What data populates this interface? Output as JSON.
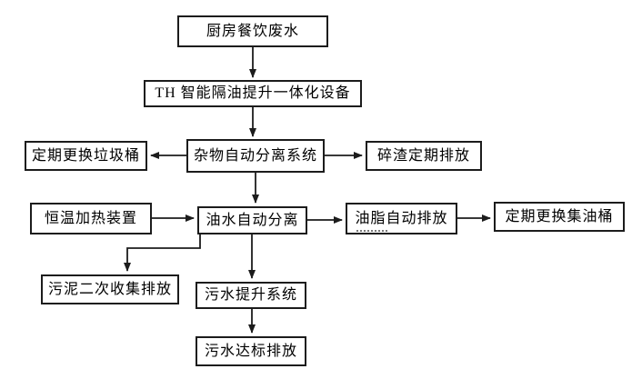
{
  "diagram": {
    "background_color": "#ffffff",
    "line_color": "#1c1c1c",
    "box_border_color": "#1c1c1c",
    "nodes": {
      "kitchen_wastewater": {
        "label": "厨房餐饮废水"
      },
      "th_integrated_device": {
        "label": "TH 智能隔油提升一体化设备"
      },
      "replace_trash_bin": {
        "label": "定期更换垃圾桶"
      },
      "debris_auto_separation": {
        "label": "杂物自动分离系统"
      },
      "debris_periodic_discharge": {
        "label": "碎渣定期排放"
      },
      "constant_temp_heating": {
        "label": "恒温加热装置"
      },
      "oil_water_auto_separation": {
        "label": "油水自动分离"
      },
      "grease_auto_discharge": {
        "label": "油脂自动排放"
      },
      "replace_oil_collection_barrel": {
        "label": "定期更换集油桶"
      },
      "sludge_secondary_collection_discharge": {
        "label": "污泥二次收集排放"
      },
      "sewage_lifting_system": {
        "label": "污水提升系统"
      },
      "sewage_standard_discharge": {
        "label": "污水达标排放"
      }
    },
    "edges": [
      {
        "from": "kitchen_wastewater",
        "to": "th_integrated_device"
      },
      {
        "from": "th_integrated_device",
        "to": "debris_auto_separation"
      },
      {
        "from": "debris_auto_separation",
        "to": "replace_trash_bin"
      },
      {
        "from": "debris_auto_separation",
        "to": "debris_periodic_discharge"
      },
      {
        "from": "debris_auto_separation",
        "to": "oil_water_auto_separation"
      },
      {
        "from": "constant_temp_heating",
        "to": "oil_water_auto_separation"
      },
      {
        "from": "oil_water_auto_separation",
        "to": "grease_auto_discharge"
      },
      {
        "from": "grease_auto_discharge",
        "to": "replace_oil_collection_barrel"
      },
      {
        "from": "oil_water_auto_separation",
        "to": "sludge_secondary_collection_discharge"
      },
      {
        "from": "oil_water_auto_separation",
        "to": "sewage_lifting_system"
      },
      {
        "from": "sewage_lifting_system",
        "to": "sewage_standard_discharge"
      }
    ]
  }
}
